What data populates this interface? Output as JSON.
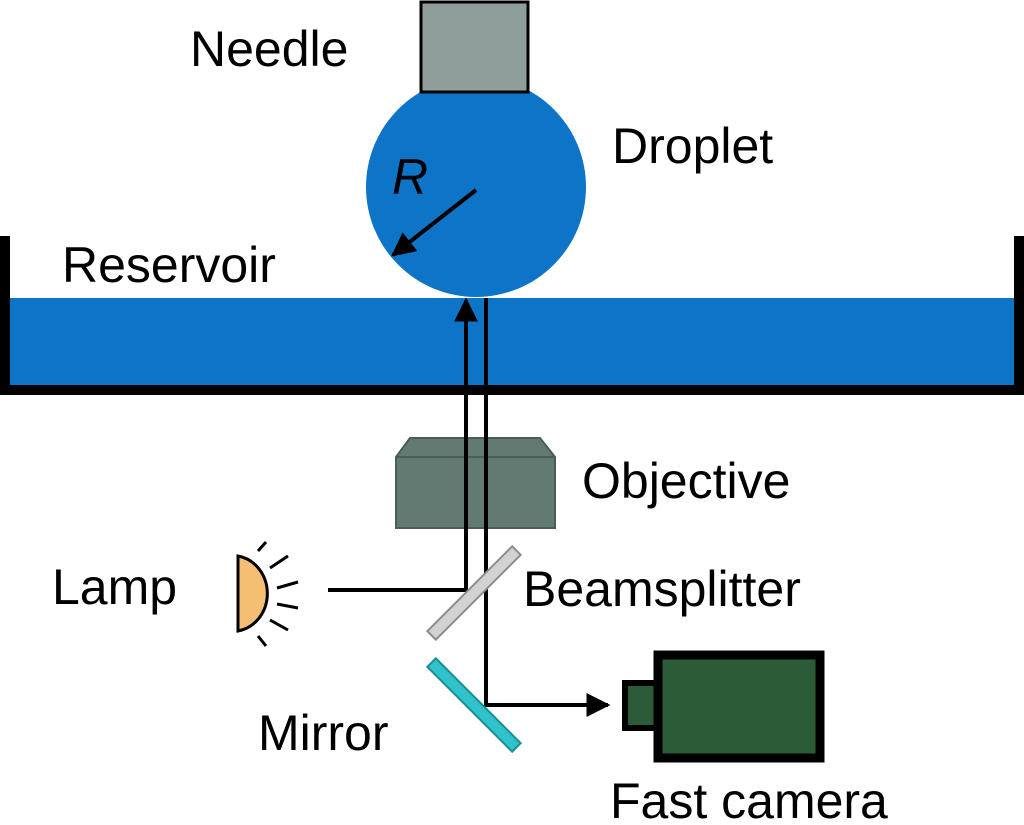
{
  "labels": {
    "needle": "Needle",
    "droplet": "Droplet",
    "radius": "R",
    "reservoir": "Reservoir",
    "objective": "Objective",
    "lamp": "Lamp",
    "beamsplitter": "Beamsplitter",
    "mirror": "Mirror",
    "camera": "Fast camera"
  },
  "colors": {
    "water": "#0e74c8",
    "needle": "#8f9e9a",
    "objective": "#627a72",
    "lamp": "#f5bf73",
    "beamsplitter": "#d2d2d2",
    "mirror": "#2fc3c9",
    "camera": "#2b5b37",
    "line": "#000000"
  },
  "icons": [
    "needle-icon",
    "droplet-icon",
    "lamp-icon",
    "beamsplitter-icon",
    "mirror-icon",
    "camera-icon",
    "objective-icon"
  ]
}
